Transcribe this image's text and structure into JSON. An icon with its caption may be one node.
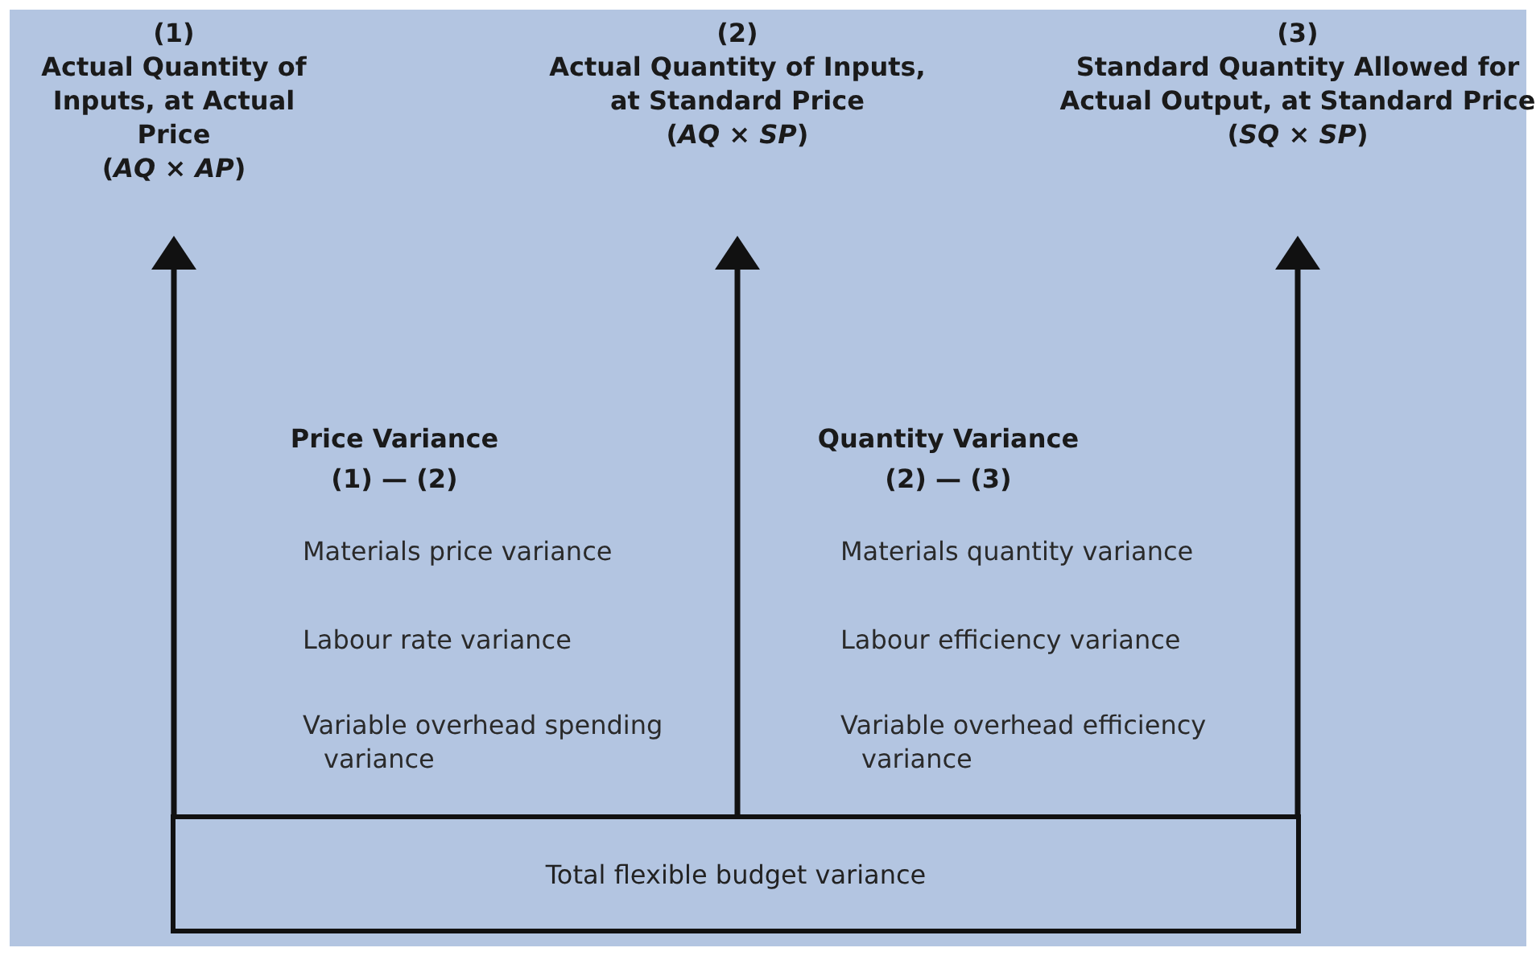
{
  "diagram": {
    "nodes": [
      {
        "text": [
          "(1)",
          "Actual Quantity of Inputs, at Actual Price",
          "(*AQ* × *AP*)"
        ]
      },
      {
        "text": [
          "(2)",
          "Actual Quantity of Inputs, at Standard Price",
          "(*AQ* × *SP*)"
        ]
      },
      {
        "text": [
          "(3)",
          "Standard Quantity Allowed for Actual Output, at Standard Price",
          "(*SQ* × *SP*)"
        ]
      },
      {
        "text": [
          "Total flexible budget variance"
        ]
      }
    ],
    "edges": [
      {
        "from": 3,
        "to": 0,
        "arrow": "to"
      },
      {
        "from": 3,
        "to": 1,
        "arrow": "to"
      },
      {
        "from": 3,
        "to": 2,
        "arrow": "to"
      }
    ],
    "labels": [
      "Price Variance",
      "(1) — (2)",
      "Materials price variance",
      "Labour rate variance",
      "Variable overhead spending variance",
      "Quantity Variance",
      "(2) — (3)",
      "Materials quantity variance",
      "Labour efficiency variance",
      "Variable overhead efficiency variance"
    ]
  }
}
